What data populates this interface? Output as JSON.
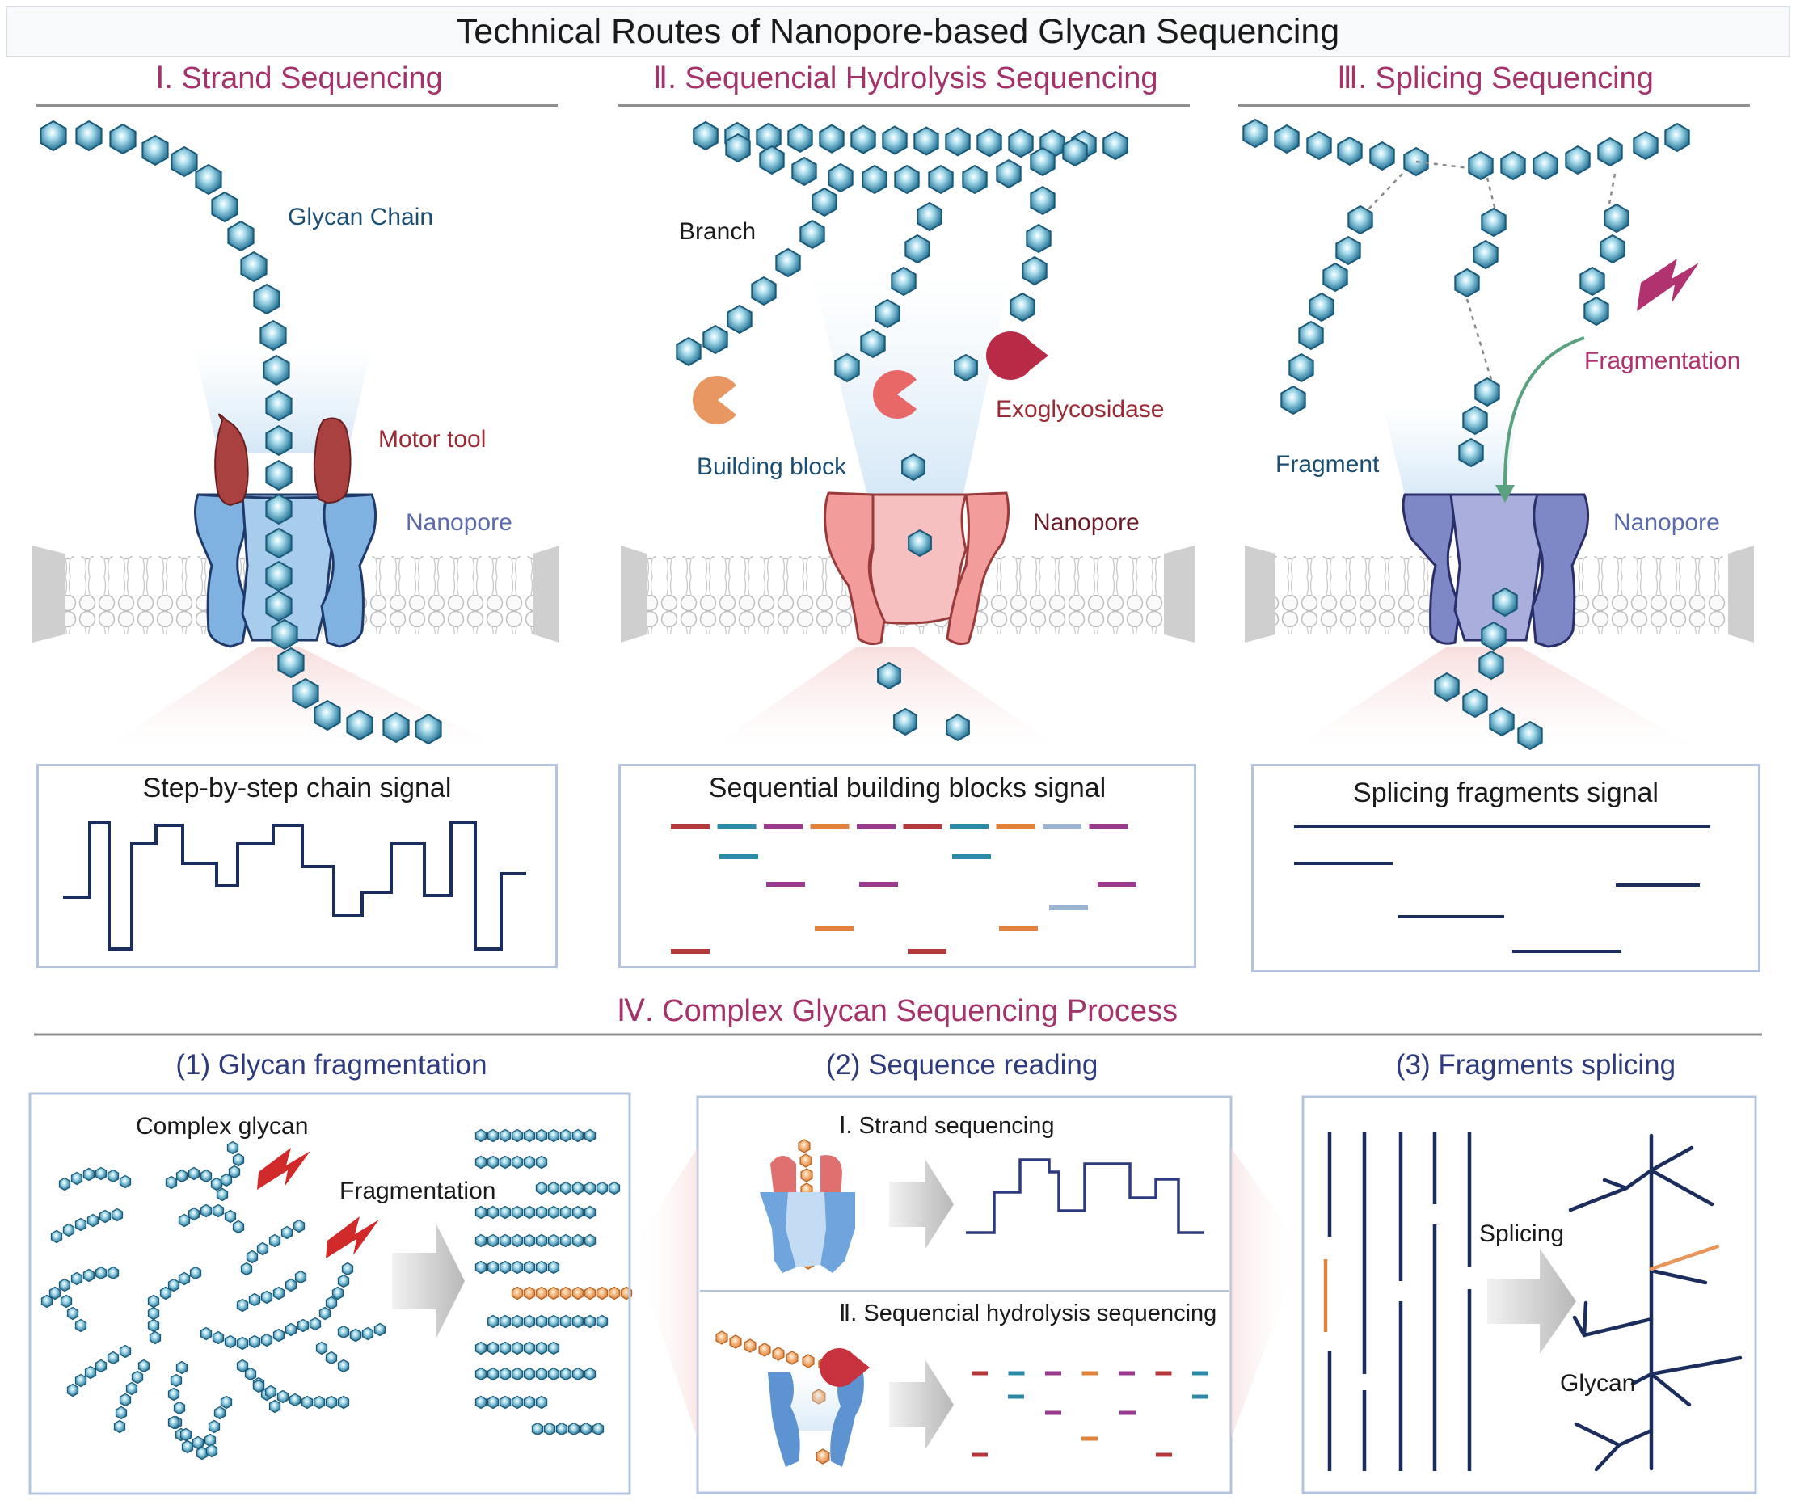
{
  "title": "Technical Routes of Nanopore-based Glycan Sequencing",
  "sections": {
    "s1": {
      "title": "Ⅰ. Strand Sequencing",
      "glycan_chain": "Glycan Chain",
      "motor_tool": "Motor tool",
      "nanopore": "Nanopore",
      "signal_title": "Step-by-step chain signal"
    },
    "s2": {
      "title": "Ⅱ. Sequencial Hydrolysis Sequencing",
      "branch": "Branch",
      "building_block": "Building block",
      "exoglycosidase": "Exoglycosidase",
      "nanopore": "Nanopore",
      "signal_title": "Sequential building blocks signal"
    },
    "s3": {
      "title": "Ⅲ. Splicing Sequencing",
      "fragmentation": "Fragmentation",
      "fragment": "Fragment",
      "nanopore": "Nanopore",
      "signal_title": "Splicing fragments signal"
    },
    "s4": {
      "title": "Ⅳ. Complex Glycan Sequencing Process",
      "step1": {
        "title": "(1) Glycan fragmentation",
        "complex_glycan": "Complex glycan",
        "fragmentation": "Fragmentation"
      },
      "step2": {
        "title": "(2) Sequence reading",
        "strand": "Ⅰ. Strand sequencing",
        "hydrolysis": "Ⅱ. Sequencial hydrolysis sequencing"
      },
      "step3": {
        "title": "(3) Fragments splicing",
        "splicing": "Splicing",
        "glycan": "Glycan"
      }
    }
  },
  "colors": {
    "glycan_unit": "#2e87a8",
    "glycan_highlight": "#e8a063",
    "motor_tool": "#a8413f",
    "pore_blue": "#86b6e4",
    "pore_pink": "#f5a7a7",
    "pore_violet": "#8c92cc",
    "signal_line": "#1b2d5c",
    "exo_red": "#b82a46",
    "exo_orange": "#e89763",
    "section_title": "#a4336a",
    "arrow_green": "#5aa27f"
  },
  "icons": {
    "unit": "hexagon-sugar-icon",
    "enzyme": "pacman-enzyme-icon",
    "lightning": "lightning-icon",
    "arrow": "process-arrow-icon"
  }
}
